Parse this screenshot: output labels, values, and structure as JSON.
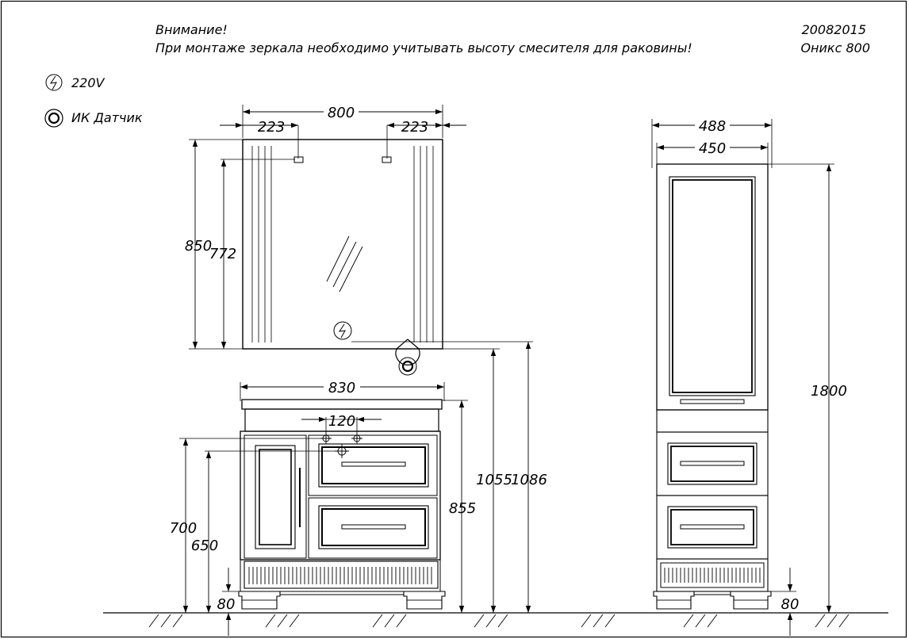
{
  "header": {
    "warning_title": "Внимание!",
    "warning_text": "При монтаже зеркала необходимо учитывать высоту смесителя для раковины!",
    "doc_code": "20082015",
    "model": "Оникс  800"
  },
  "legend": {
    "items": [
      {
        "icon": "power-outlet-icon",
        "label": "220V"
      },
      {
        "icon": "ir-sensor-icon",
        "label": "ИК  Датчик"
      }
    ]
  },
  "dimensions": {
    "mirror_width": "800",
    "mirror_left_offset": "223",
    "mirror_right_offset": "223",
    "mirror_height": "850",
    "mirror_inner_height": "772",
    "vanity_width": "830",
    "faucet_spacing": "120",
    "vanity_height": "855",
    "mirror_bottom_height": "1055",
    "outlet_height": "1086",
    "drain_height_700": "700",
    "drain_height_650": "650",
    "plinth_height": "80",
    "column_total_width": "488",
    "column_body_width": "450",
    "column_height": "1800",
    "column_plinth_height": "80"
  }
}
